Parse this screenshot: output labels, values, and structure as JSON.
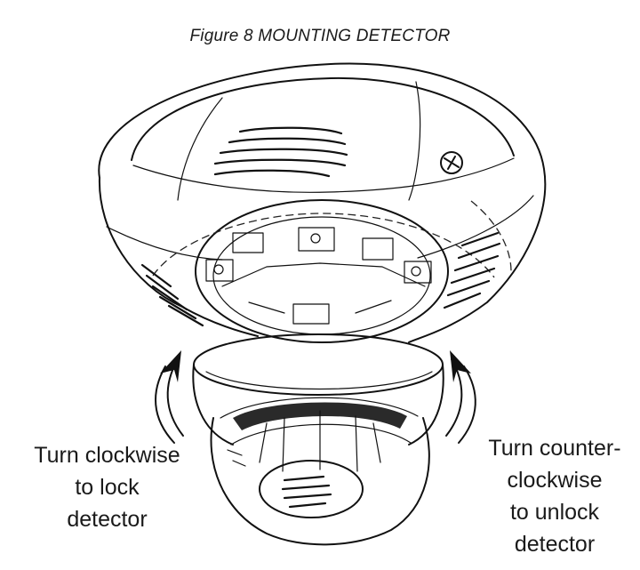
{
  "figure": {
    "title": "Figure 8 MOUNTING DETECTOR",
    "left_label": [
      "Turn clockwise",
      "to lock",
      "detector"
    ],
    "right_label": [
      "Turn counter-",
      "clockwise",
      "to unlock",
      "detector"
    ]
  },
  "icons": {
    "left_arrow": "curved-arrow-up-clockwise-icon",
    "right_arrow": "curved-arrow-up-counterclockwise-icon"
  },
  "colors": {
    "line": "#111111",
    "background": "#ffffff"
  }
}
